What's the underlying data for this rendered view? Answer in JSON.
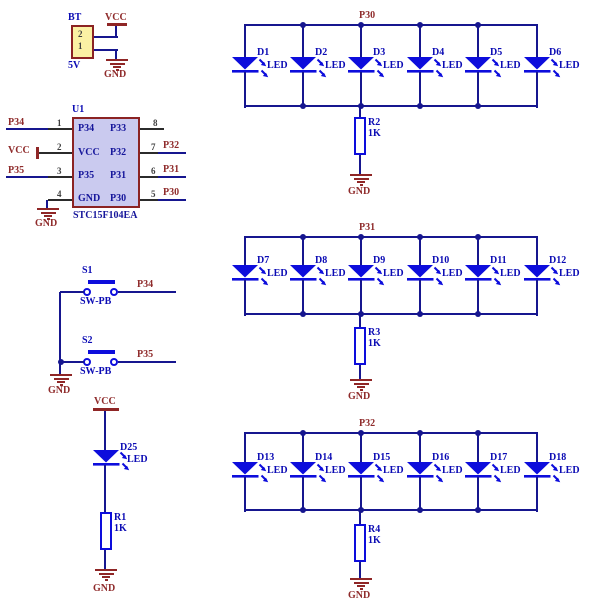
{
  "colors": {
    "wire": "#16168F",
    "stub": "#2B2B2B",
    "symbol": "#0D0DDC",
    "designator": "#0B0BB4",
    "pin_name": "#16169B",
    "net_label": "#8F2B2B",
    "power": "#8F2626",
    "pin_number": "#3F3F3F",
    "chip_fill": "#CACAEF",
    "chip_border": "#8B2323",
    "battery_fill": "#FBF1A4"
  },
  "battery": {
    "designator": "BT",
    "value": "5V",
    "pin_top": "2",
    "pin_bottom": "1",
    "vcc": "VCC",
    "gnd": "GND"
  },
  "mcu": {
    "designator": "U1",
    "part": "STC15F104EA",
    "left_pins": [
      {
        "number": "1",
        "name": "P34",
        "net": "P34"
      },
      {
        "number": "2",
        "name": "VCC",
        "net": "VCC"
      },
      {
        "number": "3",
        "name": "P35",
        "net": "P35"
      },
      {
        "number": "4",
        "name": "GND",
        "net": "GND"
      }
    ],
    "right_pins": [
      {
        "number": "8",
        "name": "P33",
        "net": ""
      },
      {
        "number": "7",
        "name": "P32",
        "net": "P32"
      },
      {
        "number": "6",
        "name": "P31",
        "net": "P31"
      },
      {
        "number": "5",
        "name": "P30",
        "net": "P30"
      }
    ]
  },
  "switches": [
    {
      "designator": "S1",
      "type": "SW-PB",
      "net": "P34"
    },
    {
      "designator": "S2",
      "type": "SW-PB",
      "net": "P35"
    }
  ],
  "switches_gnd": "GND",
  "indicator": {
    "vcc": "VCC",
    "led_designator": "D25",
    "led_type": "LED",
    "resistor": "R1",
    "resistor_value": "1K",
    "gnd": "GND"
  },
  "led_banks": [
    {
      "net": "P30",
      "leds": [
        "D1",
        "D2",
        "D3",
        "D4",
        "D5",
        "D6"
      ],
      "led_type": "LED",
      "resistor": "R2",
      "resistor_value": "1K",
      "gnd": "GND"
    },
    {
      "net": "P31",
      "leds": [
        "D7",
        "D8",
        "D9",
        "D10",
        "D11",
        "D12"
      ],
      "led_type": "LED",
      "resistor": "R3",
      "resistor_value": "1K",
      "gnd": "GND"
    },
    {
      "net": "P32",
      "leds": [
        "D13",
        "D14",
        "D15",
        "D16",
        "D17",
        "D18"
      ],
      "led_type": "LED",
      "resistor": "R4",
      "resistor_value": "1K",
      "gnd": "GND"
    }
  ]
}
